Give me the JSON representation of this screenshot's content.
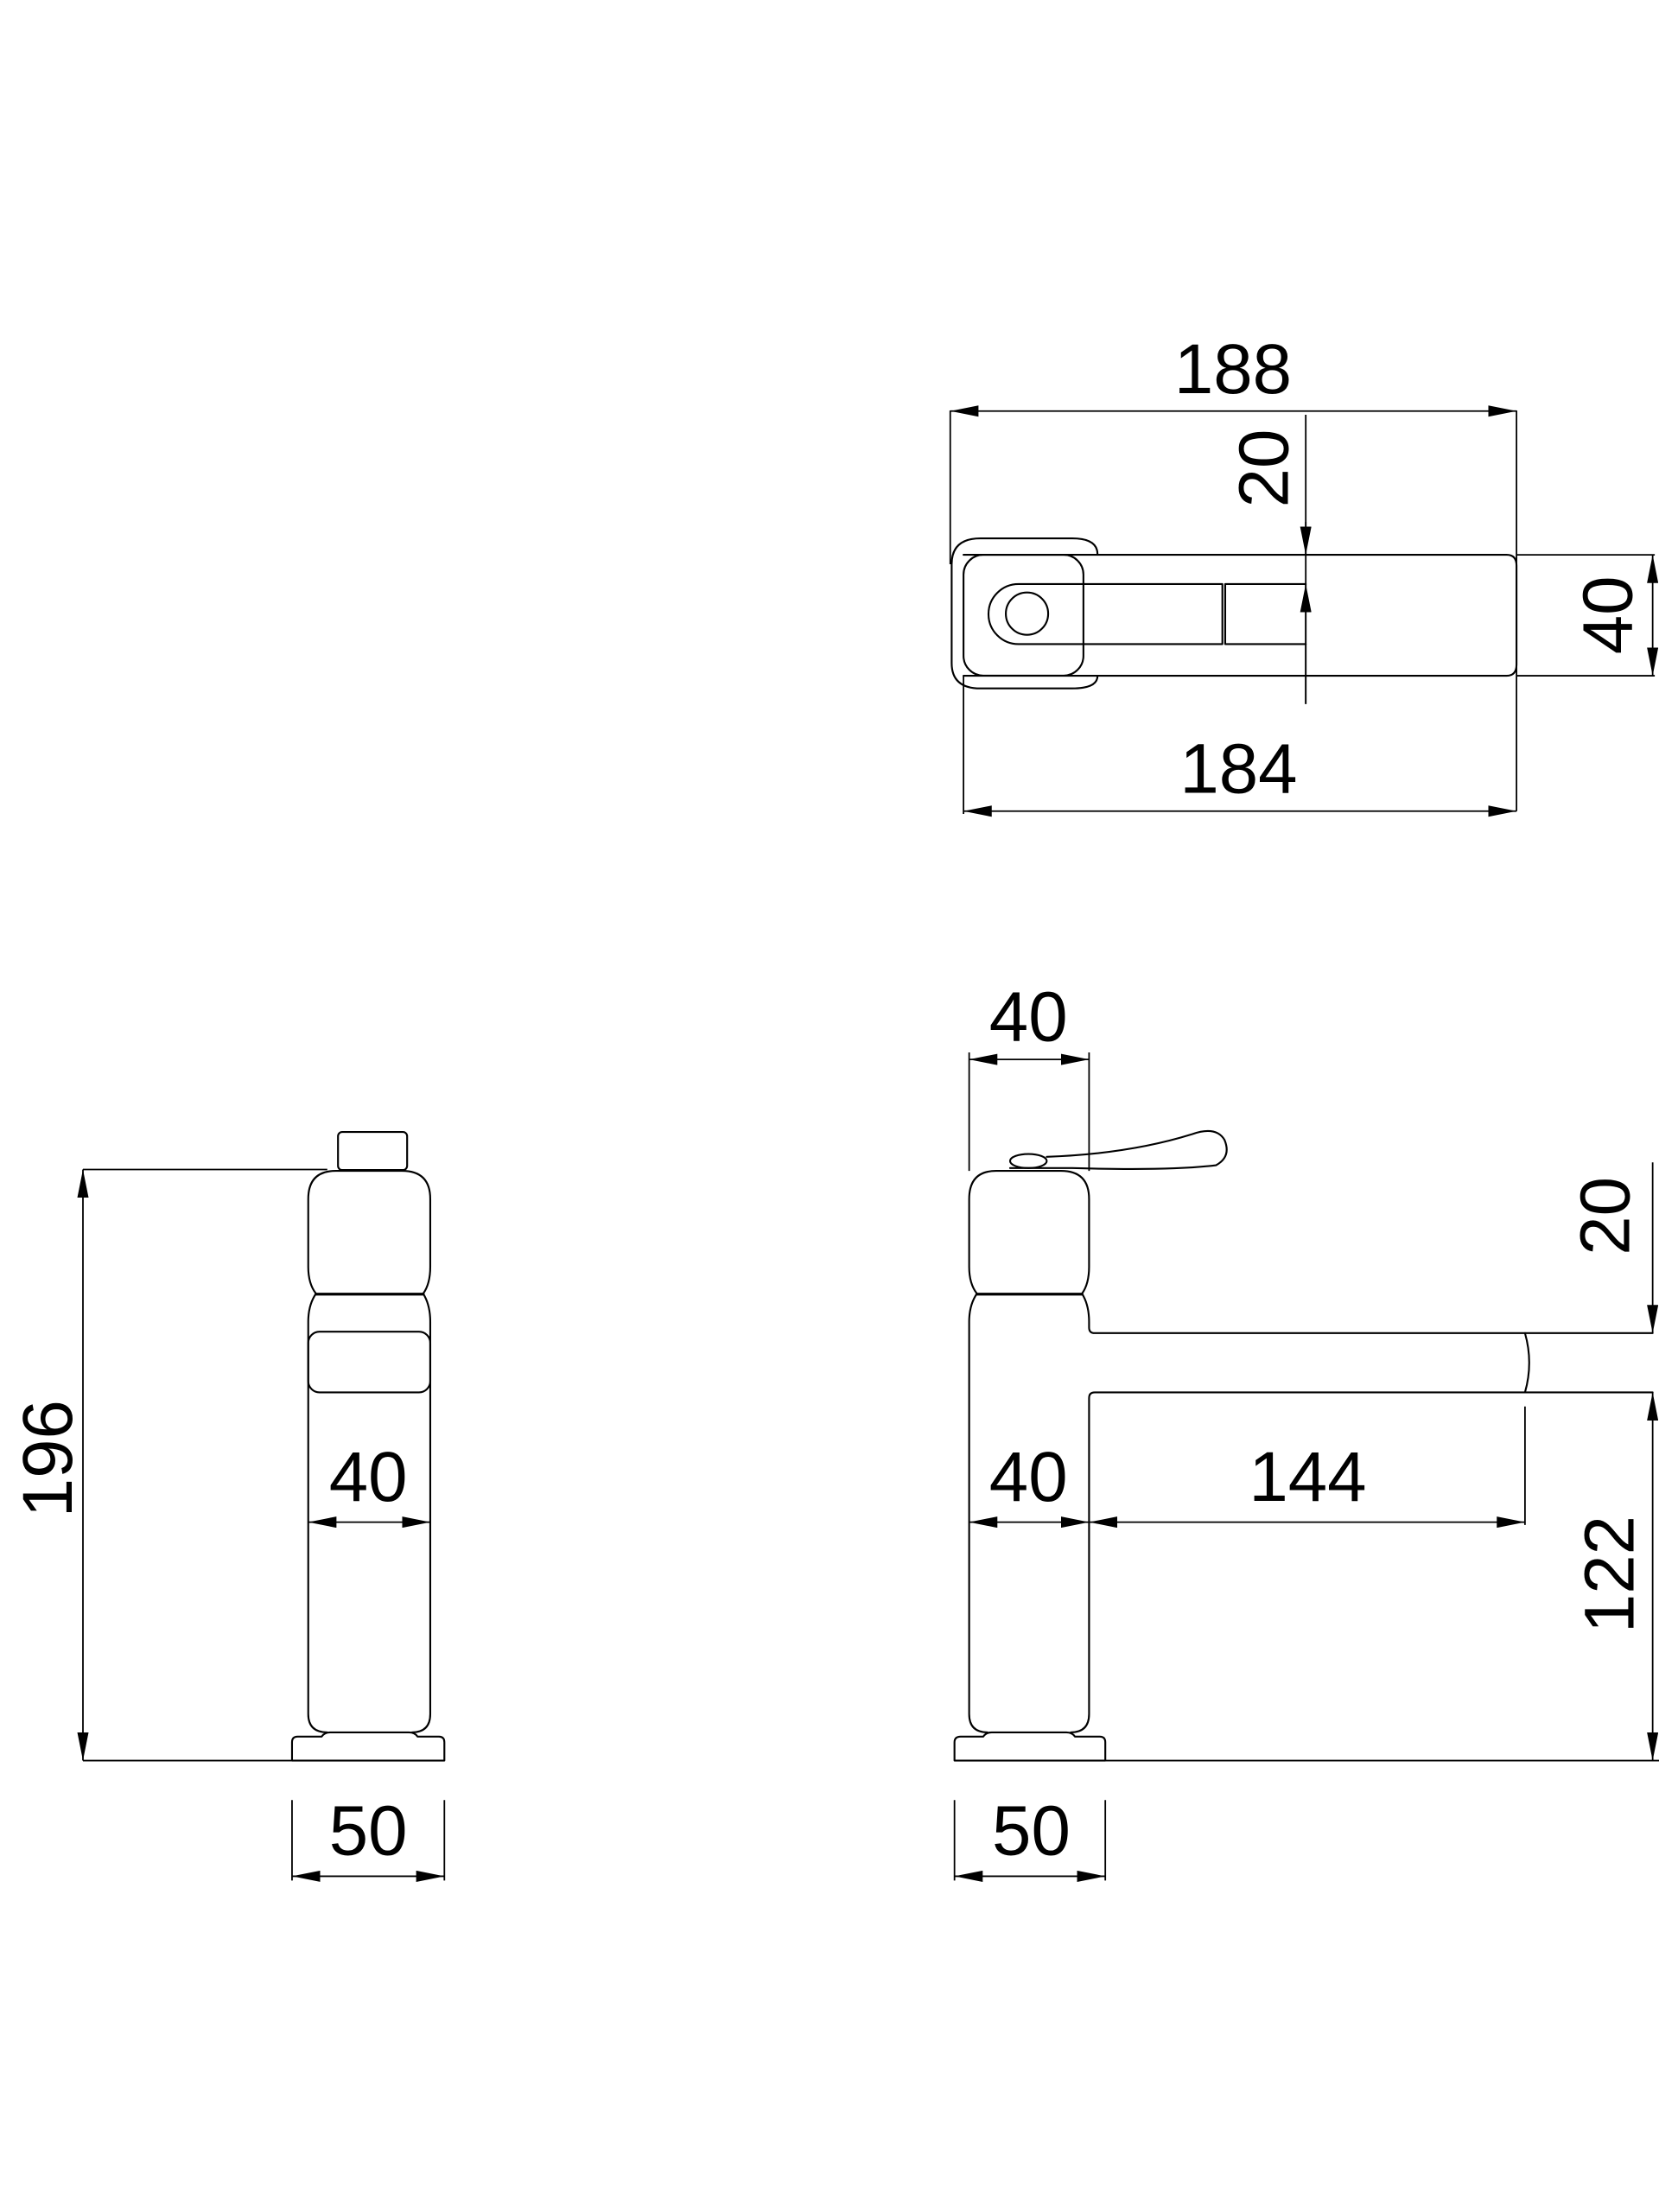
{
  "drawing": {
    "title": "Basin mixer tap dimension drawing",
    "units": "mm",
    "top_view": {
      "overall_length": "188",
      "body_length": "184",
      "spout_offset": "20",
      "body_width": "40"
    },
    "side_view": {
      "total_height": "196",
      "body_diameter": "40",
      "base_width": "50"
    },
    "front_view": {
      "handle_width": "40",
      "spout_height_step": "20",
      "spout_height": "122",
      "body_diameter": "40",
      "spout_reach": "144",
      "base_width": "50"
    }
  }
}
